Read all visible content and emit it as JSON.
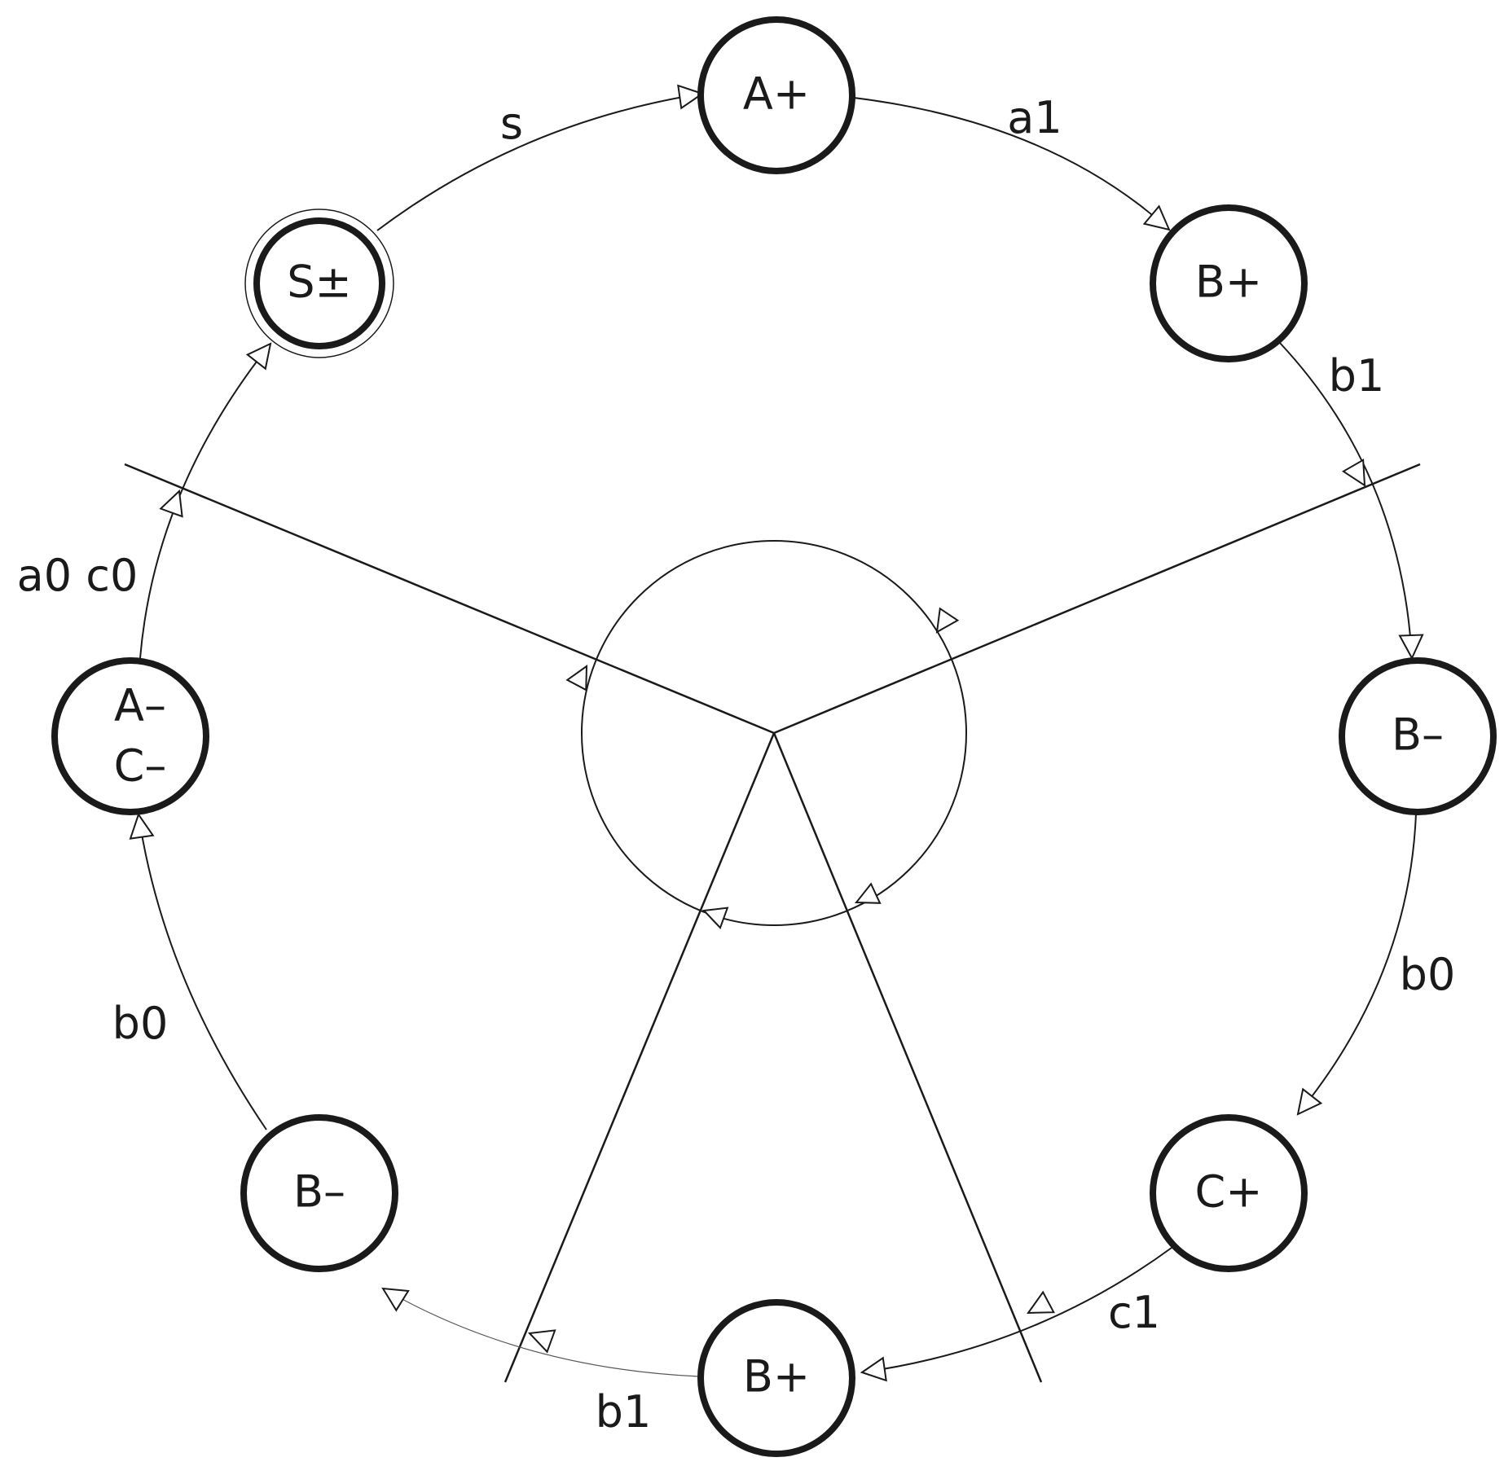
{
  "states": {
    "s_pm": "S±",
    "a_plus": "A+",
    "b_plus_top": "B+",
    "b_minus_right": "B–",
    "c_plus": "C+",
    "b_plus_bottom": "B+",
    "b_minus_left": "B–",
    "a_minus": "A–",
    "c_minus": "C–"
  },
  "transitions": {
    "s": "s",
    "a1": "a1",
    "b1_right": "b1",
    "b0_right": "b0",
    "c1": "c1",
    "b1_bottom": "b1",
    "b0_left": "b0",
    "a0_c0": "a0 c0"
  },
  "colors": {
    "stroke": "#1a1a1a",
    "background": "#ffffff"
  }
}
